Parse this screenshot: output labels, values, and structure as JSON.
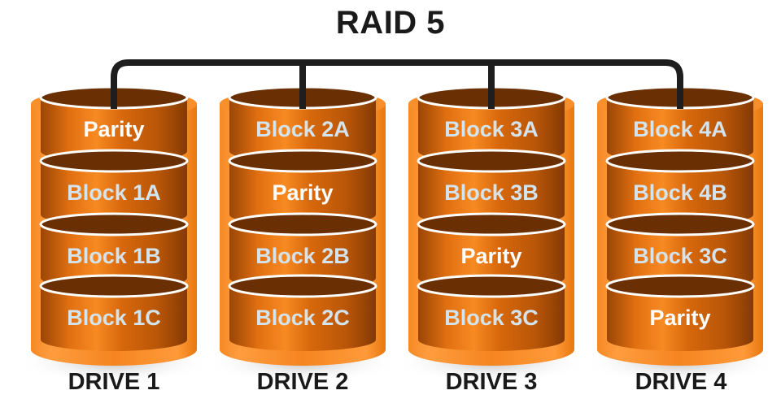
{
  "title": "RAID 5",
  "colors": {
    "cylinder_light": "#ff9a3c",
    "cylinder_mid": "#f07a10",
    "cylinder_dark": "#8a3e05",
    "disk_top": "#6b2f04",
    "ring": "#ffffff",
    "connector": "#1e1e1e",
    "parity_text": "#ffffff",
    "block_text": "#d4e4ee"
  },
  "drives": [
    {
      "label": "DRIVE 1",
      "segments": [
        {
          "text": "Parity",
          "type": "parity"
        },
        {
          "text": "Block 1A",
          "type": "block"
        },
        {
          "text": "Block 1B",
          "type": "block"
        },
        {
          "text": "Block 1C",
          "type": "block"
        }
      ]
    },
    {
      "label": "DRIVE 2",
      "segments": [
        {
          "text": "Block 2A",
          "type": "block"
        },
        {
          "text": "Parity",
          "type": "parity"
        },
        {
          "text": "Block 2B",
          "type": "block"
        },
        {
          "text": "Block 2C",
          "type": "block"
        }
      ]
    },
    {
      "label": "DRIVE 3",
      "segments": [
        {
          "text": "Block 3A",
          "type": "block"
        },
        {
          "text": "Block 3B",
          "type": "block"
        },
        {
          "text": "Parity",
          "type": "parity"
        },
        {
          "text": "Block 3C",
          "type": "block"
        }
      ]
    },
    {
      "label": "DRIVE 4",
      "segments": [
        {
          "text": "Block 4A",
          "type": "block"
        },
        {
          "text": "Block 4B",
          "type": "block"
        },
        {
          "text": "Block 3C",
          "type": "block"
        },
        {
          "text": "Parity",
          "type": "parity"
        }
      ]
    }
  ]
}
